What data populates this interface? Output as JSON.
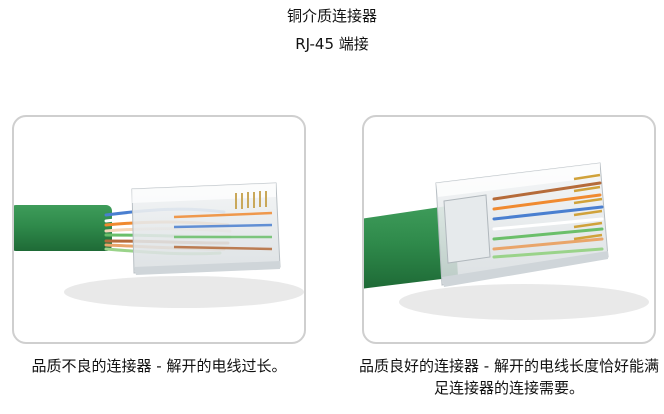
{
  "header": {
    "title_line1": "铜介质连接器",
    "title_line2": "RJ-45 端接"
  },
  "panels": [
    {
      "caption": "品质不良的连接器 - 解开的电线过长。"
    },
    {
      "caption": "品质良好的连接器 - 解开的电线长度恰好能满足连接器的连接需要。"
    }
  ]
}
